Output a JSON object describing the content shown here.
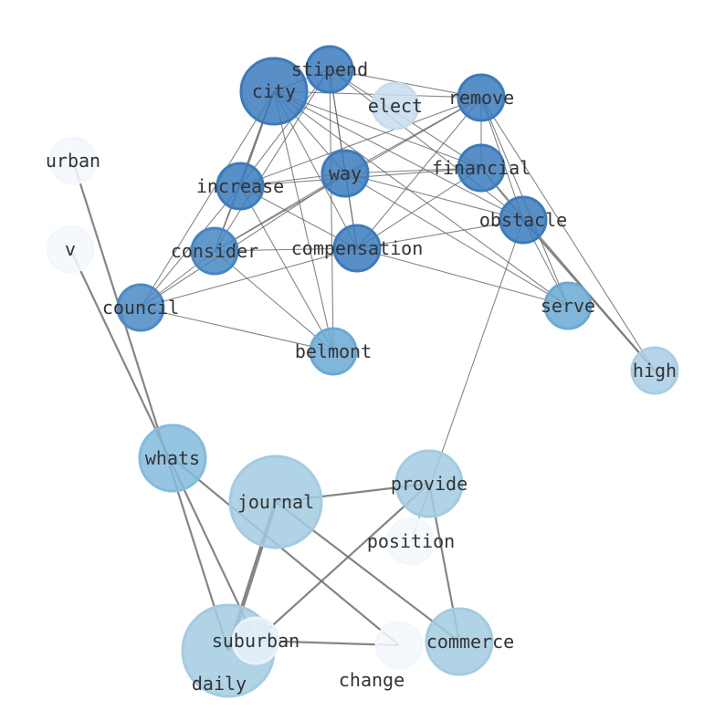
{
  "graph": {
    "nodes": [
      {
        "id": "stipend",
        "label": "stipend",
        "weight": 1,
        "color": "#3b7bbd"
      },
      {
        "id": "city",
        "label": "city",
        "weight": 2,
        "color": "#3b7bbd"
      },
      {
        "id": "elect",
        "label": "elect",
        "weight": 1,
        "color": "#c8dcee"
      },
      {
        "id": "remove",
        "label": "remove",
        "weight": 1,
        "color": "#3b7bbd"
      },
      {
        "id": "urban",
        "label": "urban",
        "weight": 1,
        "color": "#f3f7fc"
      },
      {
        "id": "increase",
        "label": "increase",
        "weight": 1,
        "color": "#3b7bbd"
      },
      {
        "id": "way",
        "label": "way",
        "weight": 1,
        "color": "#3b7bbd"
      },
      {
        "id": "financial",
        "label": "financial",
        "weight": 1,
        "color": "#3b7bbd"
      },
      {
        "id": "obstacle",
        "label": "obstacle",
        "weight": 1,
        "color": "#3b7bbd"
      },
      {
        "id": "v",
        "label": "v",
        "weight": 1,
        "color": "#f3f7fc"
      },
      {
        "id": "consider",
        "label": "consider",
        "weight": 1,
        "color": "#4587c3"
      },
      {
        "id": "compensation",
        "label": "compensation",
        "weight": 1,
        "color": "#3b7bbd"
      },
      {
        "id": "council",
        "label": "council",
        "weight": 1,
        "color": "#4a8bc4"
      },
      {
        "id": "serve",
        "label": "serve",
        "weight": 1,
        "color": "#6aa9d4"
      },
      {
        "id": "belmont",
        "label": "belmont",
        "weight": 1,
        "color": "#6aa9d4"
      },
      {
        "id": "high",
        "label": "high",
        "weight": 1,
        "color": "#a8cde4"
      },
      {
        "id": "whats",
        "label": "whats",
        "weight": 2,
        "color": "#84bbdc"
      },
      {
        "id": "journal",
        "label": "journal",
        "weight": 3,
        "color": "#a3cbe2"
      },
      {
        "id": "provide",
        "label": "provide",
        "weight": 2,
        "color": "#a3cbe2"
      },
      {
        "id": "position",
        "label": "position",
        "weight": 1,
        "color": "#f3f7fc"
      },
      {
        "id": "daily",
        "label": "daily",
        "weight": 3,
        "color": "#a3cbe2"
      },
      {
        "id": "suburban",
        "label": "suburban",
        "weight": 1,
        "color": "#eaf2f9"
      },
      {
        "id": "change",
        "label": "change",
        "weight": 1,
        "color": "#f3f7fc"
      },
      {
        "id": "commerce",
        "label": "commerce",
        "weight": 2,
        "color": "#a3cbe2"
      }
    ],
    "edges": [
      [
        "city",
        "stipend",
        1
      ],
      [
        "city",
        "remove",
        1
      ],
      [
        "city",
        "increase",
        2
      ],
      [
        "city",
        "consider",
        1
      ],
      [
        "city",
        "council",
        1
      ],
      [
        "city",
        "way",
        1
      ],
      [
        "city",
        "compensation",
        1
      ],
      [
        "city",
        "belmont",
        1
      ],
      [
        "city",
        "financial",
        1
      ],
      [
        "city",
        "obstacle",
        1
      ],
      [
        "city",
        "serve",
        1
      ],
      [
        "stipend",
        "increase",
        1
      ],
      [
        "stipend",
        "consider",
        1
      ],
      [
        "stipend",
        "way",
        1
      ],
      [
        "stipend",
        "compensation",
        1
      ],
      [
        "stipend",
        "remove",
        1
      ],
      [
        "stipend",
        "obstacle",
        1
      ],
      [
        "stipend",
        "financial",
        1
      ],
      [
        "stipend",
        "belmont",
        1
      ],
      [
        "remove",
        "increase",
        1
      ],
      [
        "remove",
        "consider",
        1
      ],
      [
        "remove",
        "way",
        1
      ],
      [
        "remove",
        "compensation",
        1
      ],
      [
        "remove",
        "financial",
        1
      ],
      [
        "remove",
        "obstacle",
        1
      ],
      [
        "remove",
        "serve",
        1
      ],
      [
        "remove",
        "high",
        1
      ],
      [
        "way",
        "increase",
        1
      ],
      [
        "way",
        "financial",
        1
      ],
      [
        "way",
        "consider",
        1
      ],
      [
        "way",
        "compensation",
        1
      ],
      [
        "way",
        "obstacle",
        1
      ],
      [
        "way",
        "serve",
        1
      ],
      [
        "way",
        "council",
        1
      ],
      [
        "increase",
        "council",
        1
      ],
      [
        "increase",
        "consider",
        1
      ],
      [
        "increase",
        "compensation",
        1
      ],
      [
        "increase",
        "belmont",
        1
      ],
      [
        "increase",
        "financial",
        1
      ],
      [
        "consider",
        "council",
        1
      ],
      [
        "consider",
        "compensation",
        1
      ],
      [
        "consider",
        "belmont",
        1
      ],
      [
        "compensation",
        "council",
        1
      ],
      [
        "compensation",
        "obstacle",
        1
      ],
      [
        "compensation",
        "serve",
        1
      ],
      [
        "compensation",
        "financial",
        1
      ],
      [
        "council",
        "belmont",
        1
      ],
      [
        "financial",
        "obstacle",
        1
      ],
      [
        "financial",
        "high",
        1
      ],
      [
        "obstacle",
        "serve",
        1
      ],
      [
        "obstacle",
        "high",
        2
      ],
      [
        "obstacle",
        "position",
        1
      ],
      [
        "urban",
        "daily",
        2
      ],
      [
        "v",
        "suburban",
        2
      ],
      [
        "whats",
        "change",
        2
      ],
      [
        "journal",
        "provide",
        2
      ],
      [
        "journal",
        "daily",
        4
      ],
      [
        "journal",
        "commerce",
        2
      ],
      [
        "provide",
        "suburban",
        2
      ],
      [
        "provide",
        "commerce",
        2
      ],
      [
        "suburban",
        "change",
        2
      ]
    ]
  }
}
